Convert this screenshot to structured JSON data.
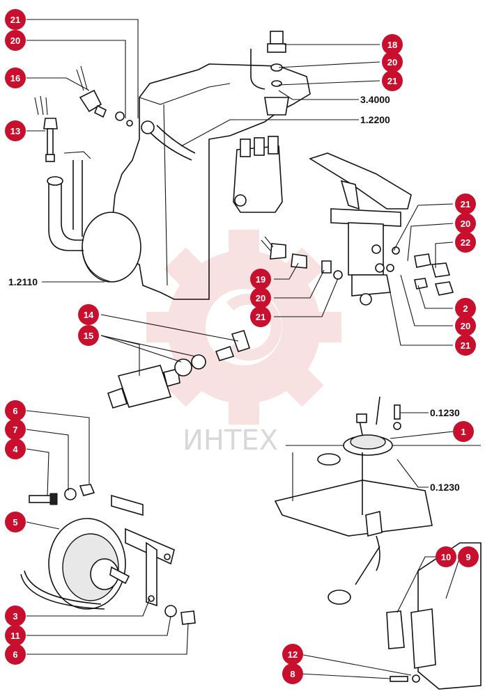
{
  "watermark": {
    "text": "ИНТЕХ",
    "color": "#f3c9c9"
  },
  "accent_color": "#c8102e",
  "callouts": [
    {
      "id": "c21a",
      "label": "21"
    },
    {
      "id": "c20a",
      "label": "20"
    },
    {
      "id": "c16",
      "label": "16"
    },
    {
      "id": "c13",
      "label": "13"
    },
    {
      "id": "c18",
      "label": "18"
    },
    {
      "id": "c20b",
      "label": "20"
    },
    {
      "id": "c21b",
      "label": "21"
    },
    {
      "id": "c21c",
      "label": "21"
    },
    {
      "id": "c20c",
      "label": "20"
    },
    {
      "id": "c22",
      "label": "22"
    },
    {
      "id": "c19",
      "label": "19"
    },
    {
      "id": "c20d",
      "label": "20"
    },
    {
      "id": "c21d",
      "label": "21"
    },
    {
      "id": "c2",
      "label": "2"
    },
    {
      "id": "c20e",
      "label": "20"
    },
    {
      "id": "c21e",
      "label": "21"
    },
    {
      "id": "c14",
      "label": "14"
    },
    {
      "id": "c15",
      "label": "15"
    },
    {
      "id": "c6a",
      "label": "6"
    },
    {
      "id": "c7",
      "label": "7"
    },
    {
      "id": "c4",
      "label": "4"
    },
    {
      "id": "c5",
      "label": "5"
    },
    {
      "id": "c3",
      "label": "3"
    },
    {
      "id": "c11",
      "label": "11"
    },
    {
      "id": "c6b",
      "label": "6"
    },
    {
      "id": "c1",
      "label": "1"
    },
    {
      "id": "c10",
      "label": "10"
    },
    {
      "id": "c9",
      "label": "9"
    },
    {
      "id": "c12",
      "label": "12"
    },
    {
      "id": "c8",
      "label": "8"
    }
  ],
  "references": [
    {
      "id": "r34000",
      "label": "3.4000"
    },
    {
      "id": "r12200",
      "label": "1.2200"
    },
    {
      "id": "r12110",
      "label": "1.2110"
    },
    {
      "id": "r01230a",
      "label": "0.1230"
    },
    {
      "id": "r01230b",
      "label": "0.1230"
    }
  ]
}
